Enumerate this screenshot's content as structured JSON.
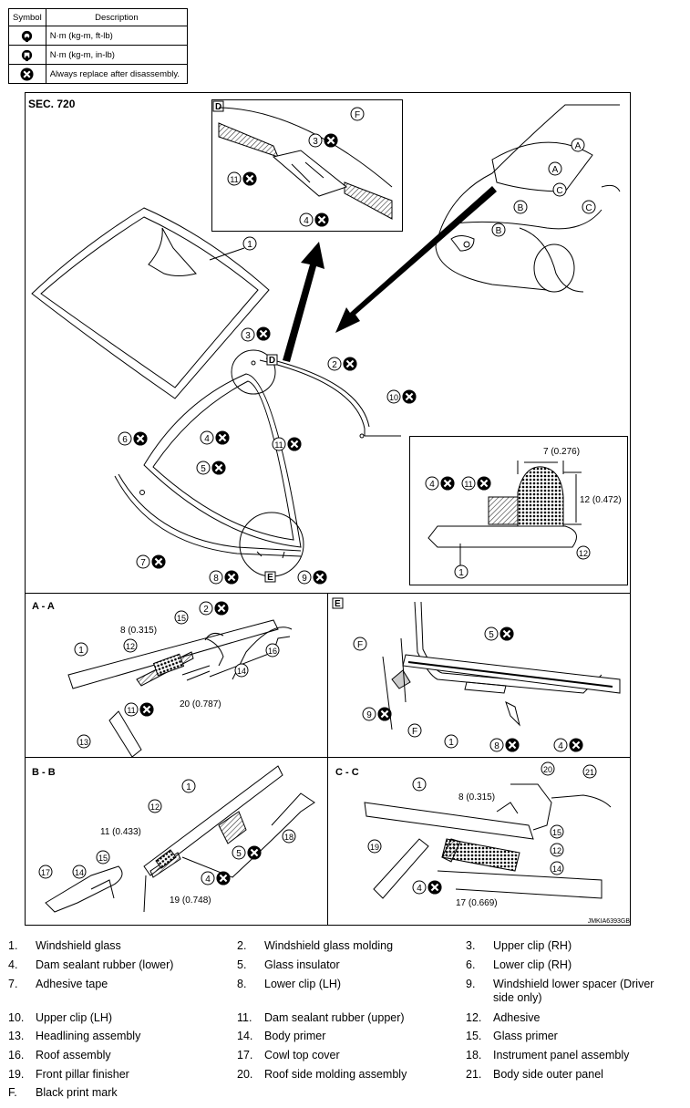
{
  "symbol_table": {
    "header_symbol": "Symbol",
    "header_description": "Description",
    "rows": [
      {
        "icon": "torque-wrench-icon",
        "description": "N·m (kg-m, ft-lb)"
      },
      {
        "icon": "torque-wrench-small-icon",
        "description": "N·m (kg-m, in-lb)"
      },
      {
        "icon": "always-replace-icon",
        "description": "Always replace after disassembly."
      }
    ]
  },
  "diagram": {
    "section": "SEC. 720",
    "footer_code": "JMKIA6393GB",
    "panels": {
      "aa": "A - A",
      "bb": "B - B",
      "cc": "C - C",
      "e": "E",
      "d": "D"
    },
    "callouts": {
      "n1": "1",
      "n2": "2",
      "n3": "3",
      "n4": "4",
      "n5": "5",
      "n6": "6",
      "n7": "7",
      "n8": "8",
      "n9": "9",
      "n10": "10",
      "n11": "11",
      "n12": "12",
      "n13": "13",
      "n14": "14",
      "n15": "15",
      "n16": "16",
      "n17": "17",
      "n18": "18",
      "n19": "19",
      "n20": "20",
      "n21": "21",
      "A": "A",
      "B": "B",
      "C": "C",
      "D": "D",
      "E": "E",
      "F": "F"
    },
    "dims": {
      "d7": "7 (0.276)",
      "d12": "12 (0.472)",
      "aa_8": "8 (0.315)",
      "aa_20": "20 (0.787)",
      "bb_11": "11 (0.433)",
      "bb_19": "19 (0.748)",
      "cc_8": "8 (0.315)",
      "cc_17": "17 (0.669)",
      "detail_label": "4 , 11"
    },
    "colors": {
      "line": "#000000",
      "hatch": "#555555"
    }
  },
  "legend": [
    {
      "num": "1.",
      "text": "Windshield glass"
    },
    {
      "num": "2.",
      "text": "Windshield glass molding"
    },
    {
      "num": "3.",
      "text": "Upper clip (RH)"
    },
    {
      "num": "4.",
      "text": "Dam sealant rubber (lower)"
    },
    {
      "num": "5.",
      "text": "Glass insulator"
    },
    {
      "num": "6.",
      "text": "Lower clip (RH)"
    },
    {
      "num": "7.",
      "text": "Adhesive tape"
    },
    {
      "num": "8.",
      "text": "Lower clip (LH)"
    },
    {
      "num": "9.",
      "text": "Windshield lower spacer (Driver side only)"
    },
    {
      "num": "10.",
      "text": "Upper clip (LH)"
    },
    {
      "num": "11.",
      "text": "Dam sealant rubber (upper)"
    },
    {
      "num": "12.",
      "text": "Adhesive"
    },
    {
      "num": "13.",
      "text": "Headlining assembly"
    },
    {
      "num": "14.",
      "text": "Body primer"
    },
    {
      "num": "15.",
      "text": "Glass primer"
    },
    {
      "num": "16.",
      "text": "Roof assembly"
    },
    {
      "num": "17.",
      "text": "Cowl top cover"
    },
    {
      "num": "18.",
      "text": "Instrument panel assembly"
    },
    {
      "num": "19.",
      "text": "Front pillar finisher"
    },
    {
      "num": "20.",
      "text": "Roof side molding assembly"
    },
    {
      "num": "21.",
      "text": "Body side outer panel"
    },
    {
      "num": "F.",
      "text": "Black print mark"
    }
  ]
}
